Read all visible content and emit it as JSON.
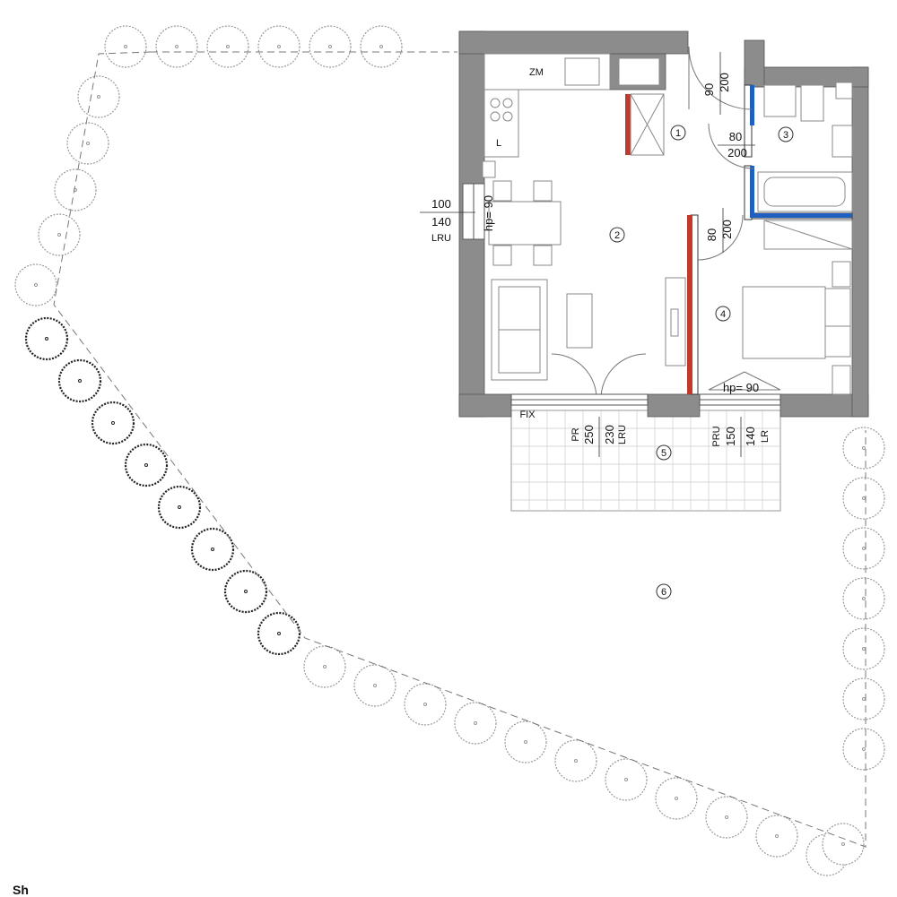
{
  "rooms": [
    {
      "id": "1",
      "label": "1"
    },
    {
      "id": "2",
      "label": "2"
    },
    {
      "id": "3",
      "label": "3"
    },
    {
      "id": "4",
      "label": "4"
    },
    {
      "id": "5",
      "label": "5"
    },
    {
      "id": "6",
      "label": "6"
    }
  ],
  "fixtures": {
    "zm": "ZM",
    "l": "L"
  },
  "doors": {
    "entrance": {
      "width": "90",
      "height": "200"
    },
    "bathroom": {
      "width": "80",
      "height": "200"
    },
    "bedroom": {
      "width": "80",
      "height": "200"
    }
  },
  "windows": {
    "west": {
      "width": "100",
      "height": "140",
      "type": "LRU",
      "sill": "hp= 90"
    },
    "terrace_fix": "FIX",
    "terrace_door": {
      "type_left": "PR",
      "width_left": "250",
      "height": "230",
      "type_right": "LRU"
    },
    "bedroom": {
      "sill": "hp= 90",
      "type_left": "PRU",
      "width": "150",
      "height": "140",
      "type_right": "LR"
    }
  },
  "corner_text": "Sh"
}
